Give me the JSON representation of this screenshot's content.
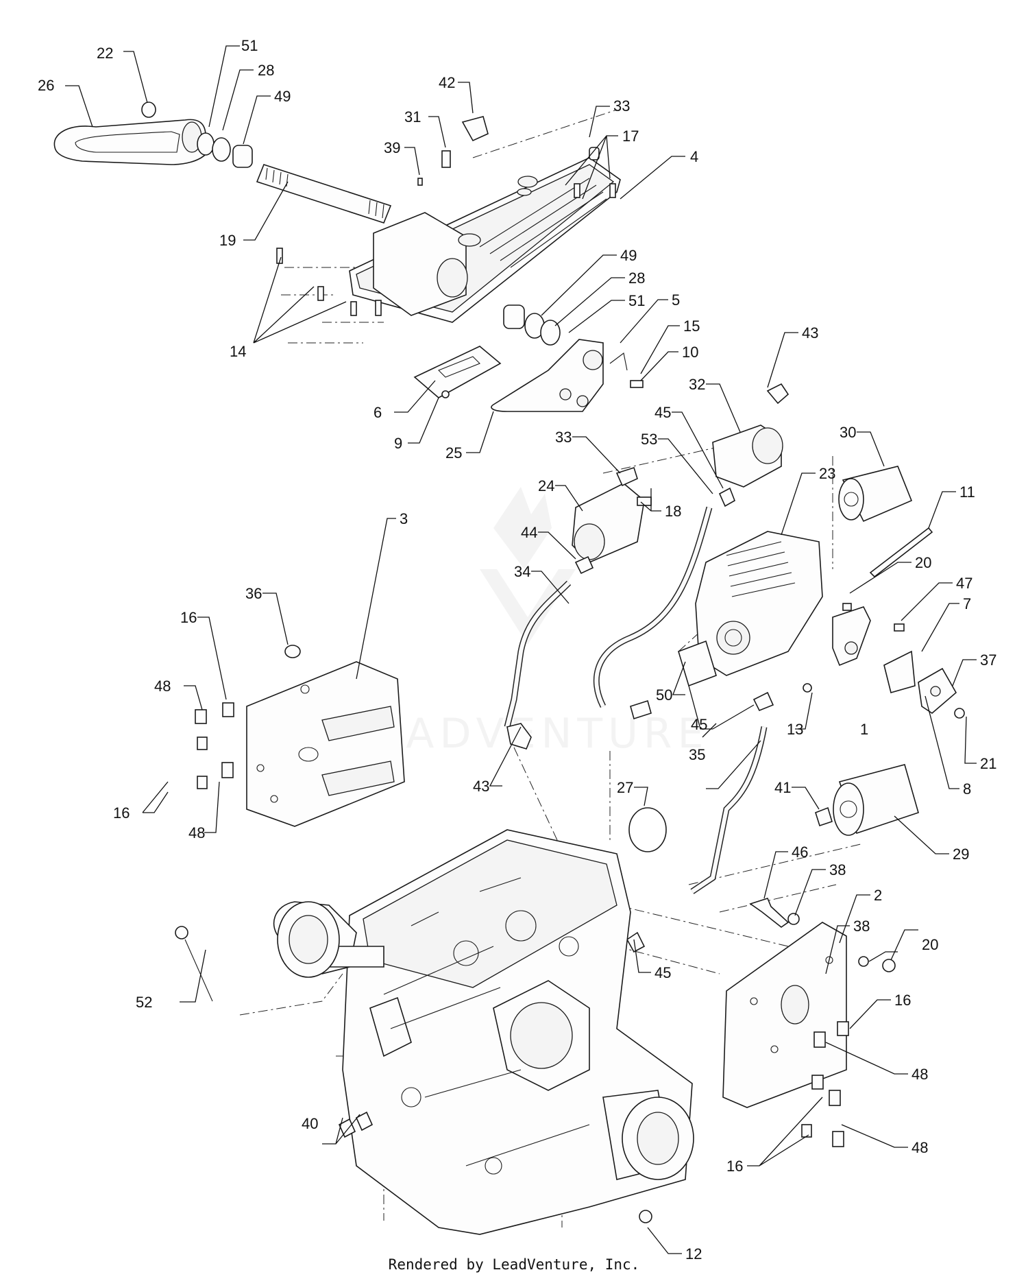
{
  "footer": "Rendered by LeadVenture, Inc.",
  "watermark": "LEADVENTURE",
  "callouts": [
    "22",
    "51",
    "28",
    "49",
    "26",
    "42",
    "31",
    "33",
    "17",
    "39",
    "4",
    "19",
    "14",
    "49",
    "28",
    "51",
    "5",
    "15",
    "10",
    "43",
    "6",
    "9",
    "25",
    "32",
    "45",
    "53",
    "33",
    "30",
    "24",
    "23",
    "11",
    "44",
    "34",
    "18",
    "20",
    "47",
    "7",
    "36",
    "50",
    "37",
    "16",
    "3",
    "48",
    "45",
    "13",
    "1",
    "43",
    "35",
    "21",
    "8",
    "27",
    "41",
    "16",
    "48",
    "29",
    "46",
    "38",
    "2",
    "38",
    "20",
    "52",
    "45",
    "16",
    "48",
    "40",
    "48",
    "16",
    "12"
  ]
}
